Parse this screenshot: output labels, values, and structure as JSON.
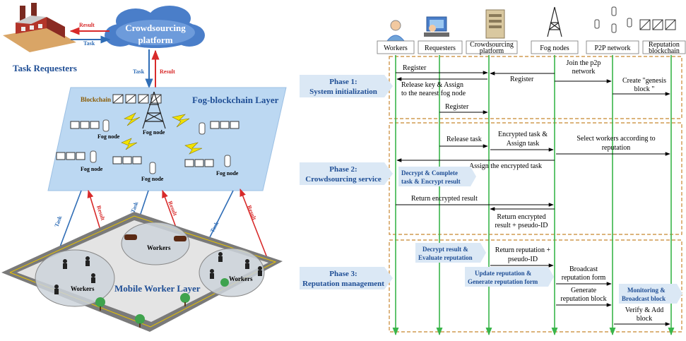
{
  "left": {
    "task_requesters": "Task Requesters",
    "crowdsourcing_platform": [
      "Crowdsourcing",
      "platform"
    ],
    "fog_layer_title": "Fog-blockchain Layer",
    "blockchain_label": "Blockchain",
    "fog_node_label": "Fog node",
    "mobile_layer_title": "Mobile Worker Layer",
    "workers_label": "Workers",
    "task_label": "Task",
    "result_label": "Result"
  },
  "right": {
    "participants": [
      "Workers",
      "Requesters",
      "Crowdsourcing platform",
      "Fog nodes",
      "P2P network",
      "Reputation blockchain"
    ],
    "phases": [
      {
        "title": "Phase 1:",
        "subtitle": "System initialization"
      },
      {
        "title": "Phase 2:",
        "subtitle": "Crowdsourcing service"
      },
      {
        "title": "Phase 3:",
        "subtitle": "Reputation management"
      }
    ],
    "messages": {
      "register_1": "Register",
      "register_2": "Register",
      "join_p2p": [
        "Join the p2p",
        "network"
      ],
      "genesis": [
        "Create \"genesis",
        "block \""
      ],
      "release_key": [
        "Release key & Assign",
        "to the nearest fog node"
      ],
      "register_3": "Register",
      "release_task": "Release task",
      "encrypted_task": [
        "Encrypted task &",
        "Assign task"
      ],
      "select_workers": [
        "Select workers according to",
        "reputation"
      ],
      "assign_encrypted": "Assign the encrypted task",
      "return_encrypted": "Return encrypted result",
      "return_encrypted_pseudo": [
        "Return encrypted",
        "result + pseudo-ID"
      ],
      "return_reputation": [
        "Return reputation +",
        "pseudo-ID"
      ],
      "broadcast": [
        "Broadcast",
        "reputation form"
      ],
      "generate_block": [
        "Generate",
        "reputation block"
      ],
      "verify_add": [
        "Verify & Add",
        "block"
      ]
    },
    "actions": {
      "decrypt_complete": [
        "Decrypt & Complete",
        "task & Encrypt result"
      ],
      "decrypt_evaluate": [
        "Decrypt result &",
        "Evaluate reputation"
      ],
      "update_reputation": [
        "Update reputation &",
        "Generate reputation form"
      ],
      "monitoring": [
        "Monitoring &",
        "Broadcast block"
      ]
    }
  },
  "colors": {
    "result_arrow": "#d82a2a",
    "task_arrow": "#2f6db6",
    "fog_layer_fill": "#bcd8f2",
    "phase_tag": "#dbe8f5",
    "lifeline": "#39b54a",
    "phase_border": "#c8862e",
    "title_blue": "#1f4e95"
  }
}
